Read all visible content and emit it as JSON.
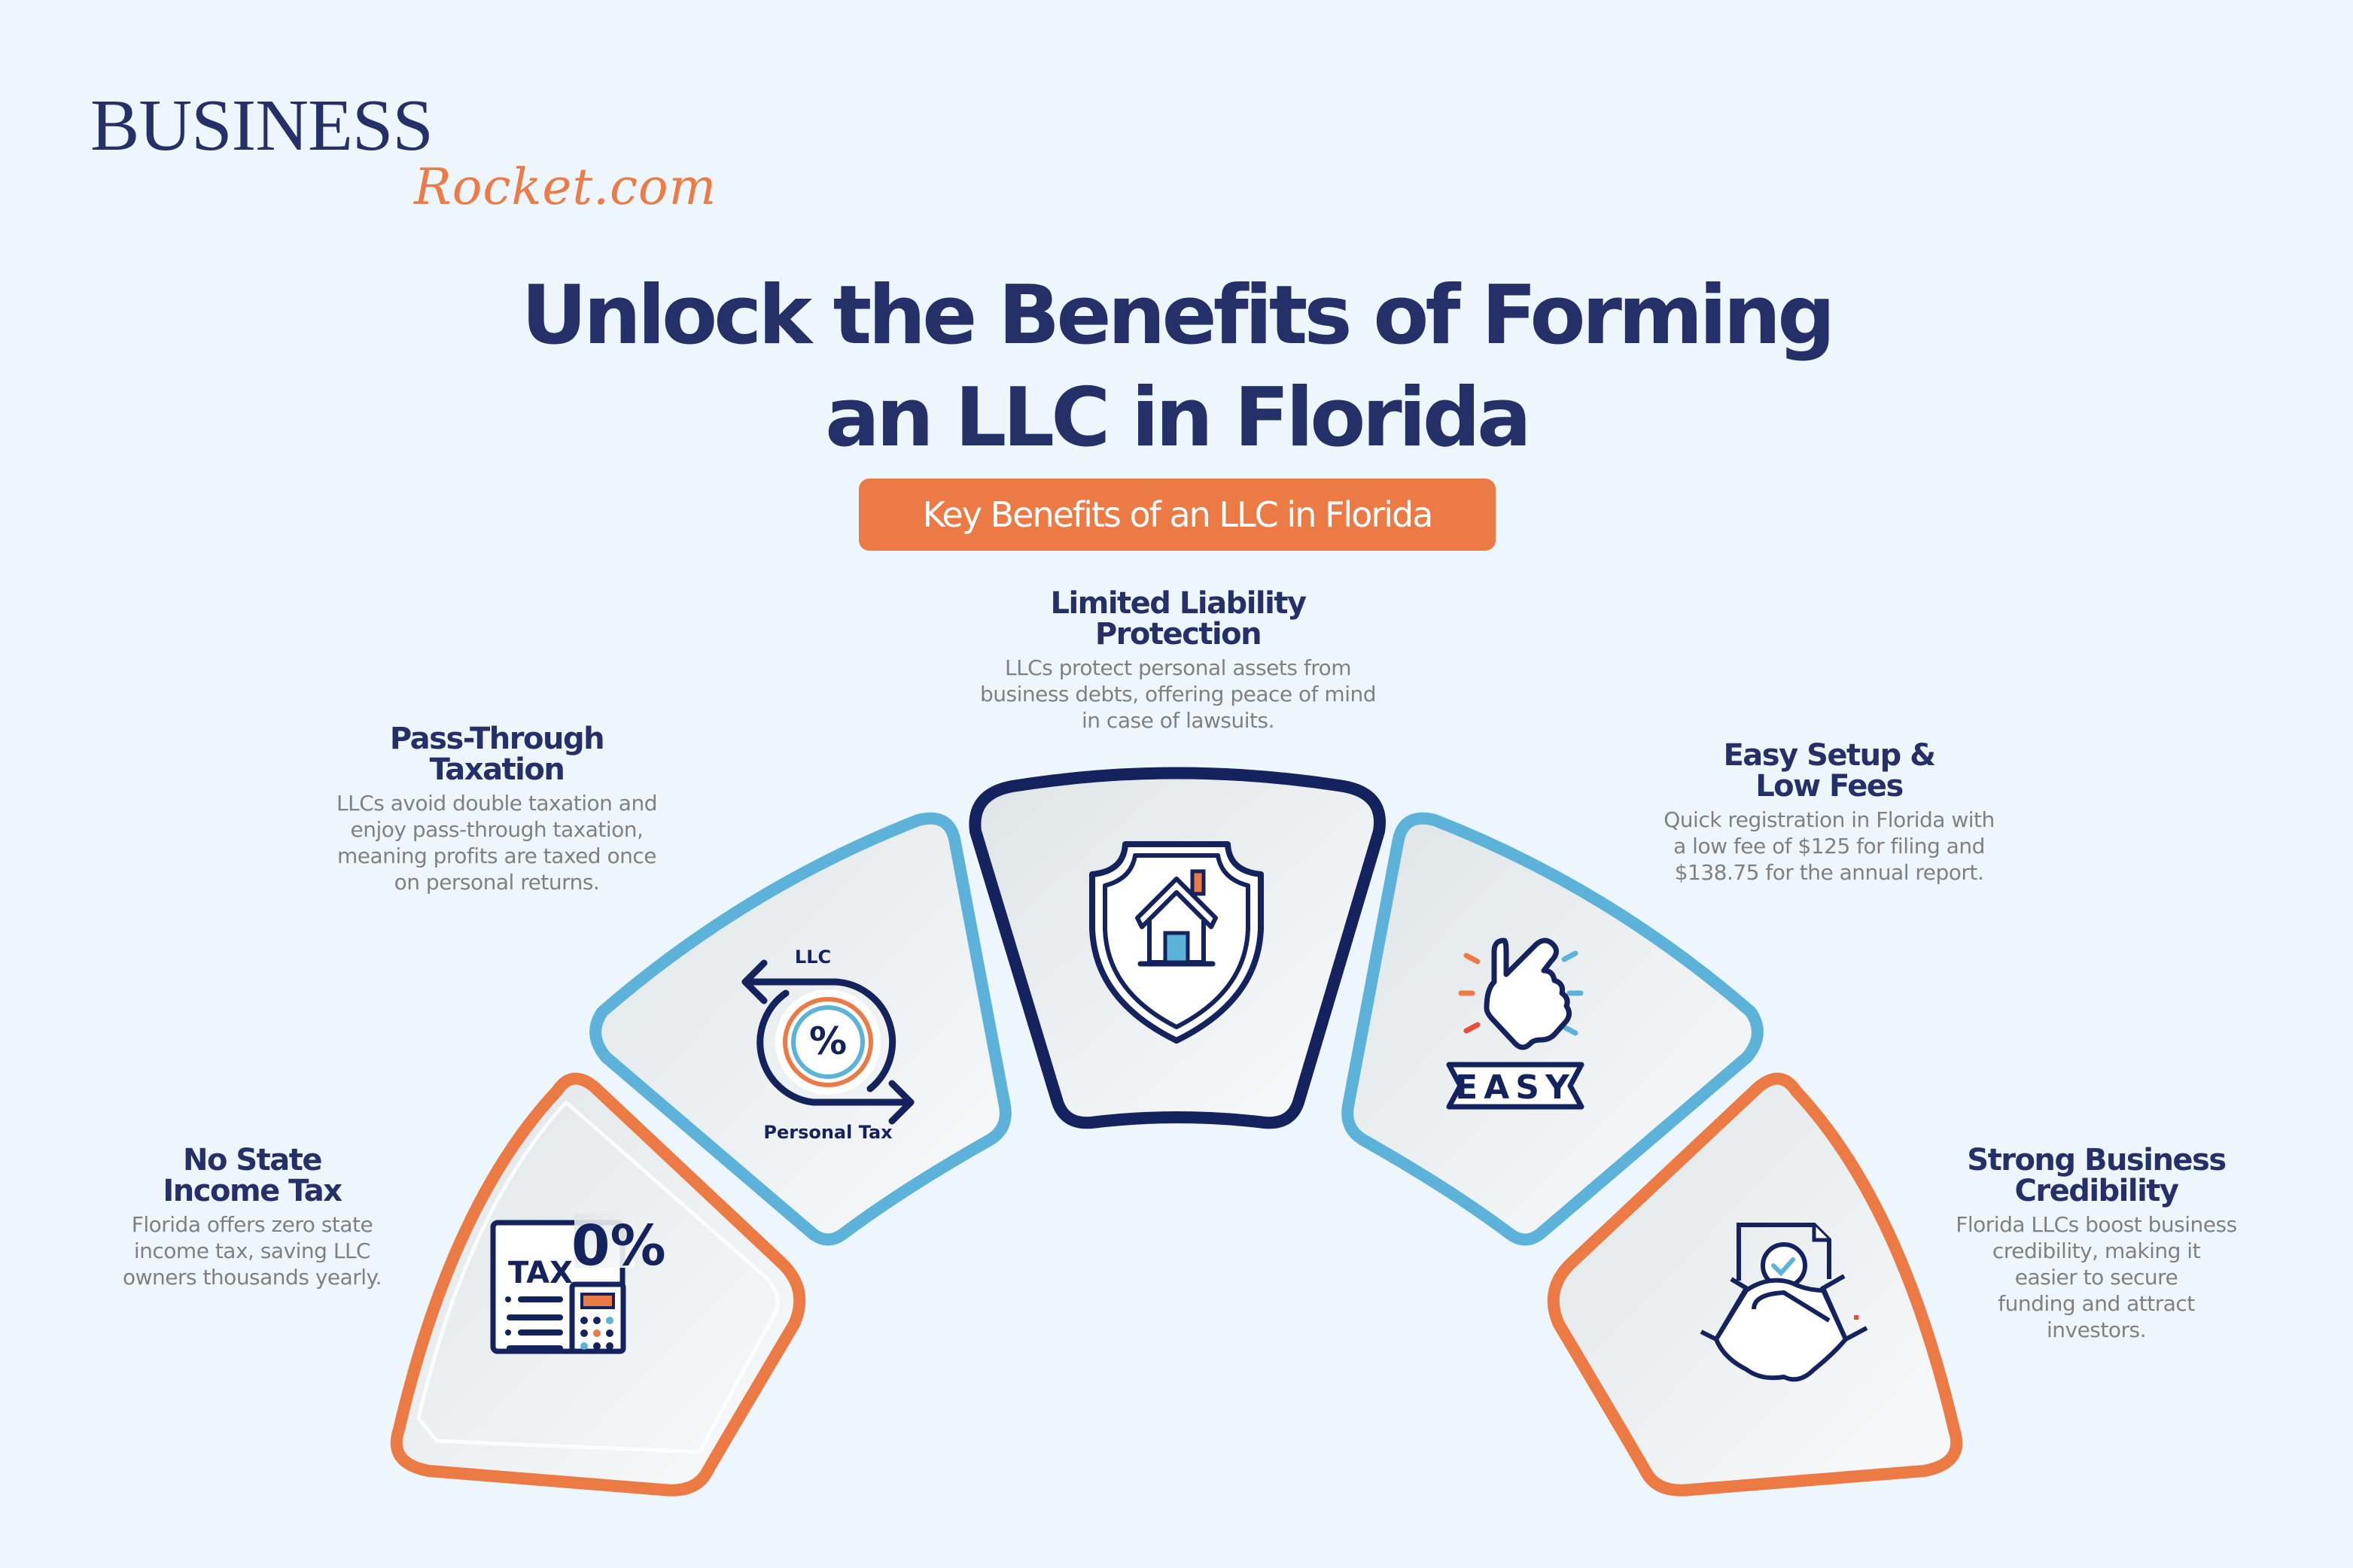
{
  "brand": {
    "logo_line1": "BUSINESS",
    "logo_line2": "Rocket.com",
    "colors": {
      "navy": "#14235e",
      "title_navy": "#253068",
      "orange": "#ec7a45",
      "blue": "#5db2d9",
      "gray_text": "#808080",
      "background": "#eef6fd"
    }
  },
  "header": {
    "title_line1": "Unlock the Benefits of Forming",
    "title_line2": "an LLC in Florida",
    "badge": "Key Benefits of an LLC in Florida"
  },
  "benefits": [
    {
      "title_line1": "No State",
      "title_line2": "Income Tax",
      "desc": [
        "Florida offers zero state",
        "income tax, saving LLC",
        "owners thousands yearly."
      ],
      "icon": "tax-zero-percent-calculator-icon",
      "border_color": "orange",
      "icon_text": {
        "tax": "TAX",
        "zero": "0%"
      }
    },
    {
      "title_line1": "Pass-Through",
      "title_line2": "Taxation",
      "desc": [
        "LLCs avoid double taxation and",
        "enjoy pass-through taxation,",
        "meaning profits are taxed once",
        "on personal returns."
      ],
      "icon": "llc-personal-tax-cycle-icon",
      "border_color": "blue",
      "icon_text": {
        "top": "LLC",
        "bottom": "Personal Tax",
        "symbol": "%"
      }
    },
    {
      "title_line1": "Limited Liability",
      "title_line2": "Protection",
      "desc": [
        "LLCs protect personal assets from",
        "business debts, offering peace of mind",
        "in case of lawsuits."
      ],
      "icon": "shield-house-icon",
      "border_color": "navy"
    },
    {
      "title_line1": "Easy Setup &",
      "title_line2": "Low Fees",
      "desc": [
        "Quick registration in Florida with",
        "a low fee of $125 for filing and",
        "$138.75 for the annual report."
      ],
      "icon": "hand-click-easy-icon",
      "border_color": "blue",
      "icon_text": {
        "banner": "EASY"
      }
    },
    {
      "title_line1": "Strong Business",
      "title_line2": "Credibility",
      "desc": [
        "Florida LLCs boost business",
        "credibility, making it",
        "easier to secure",
        "funding and attract",
        "investors."
      ],
      "icon": "handshake-certified-document-icon",
      "border_color": "orange"
    }
  ]
}
